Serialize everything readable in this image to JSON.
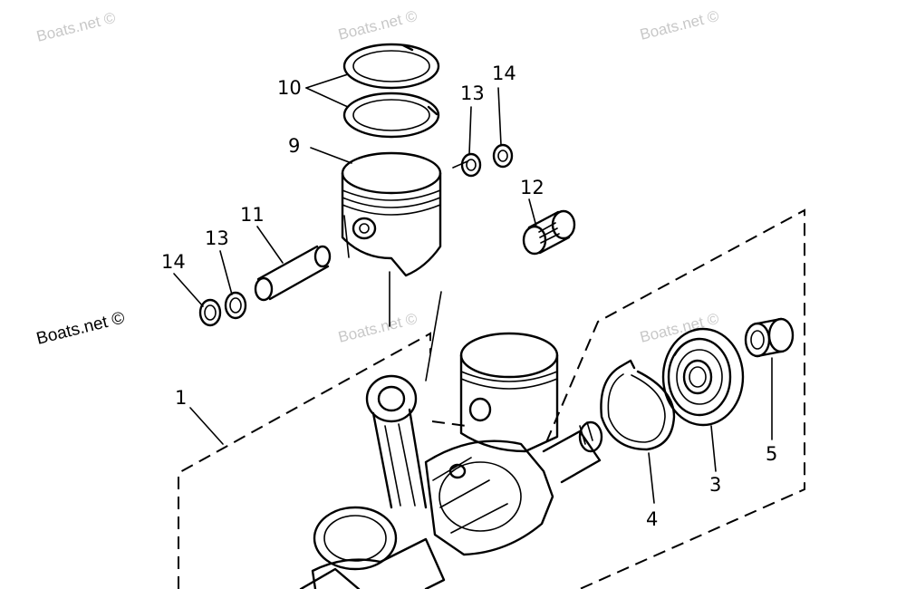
{
  "watermark": {
    "text": "Boats.net ©",
    "text_color": "#c8c8c8",
    "dark_text_color": "#000000"
  },
  "callouts": {
    "c1": "1",
    "c3": "3",
    "c4": "4",
    "c5": "5",
    "c9": "9",
    "c10": "10",
    "c11": "11",
    "c12": "12",
    "c13_top": "13",
    "c13_left": "13",
    "c14_top": "14",
    "c14_left": "14"
  },
  "colors": {
    "line": "#000000",
    "background": "#ffffff"
  }
}
